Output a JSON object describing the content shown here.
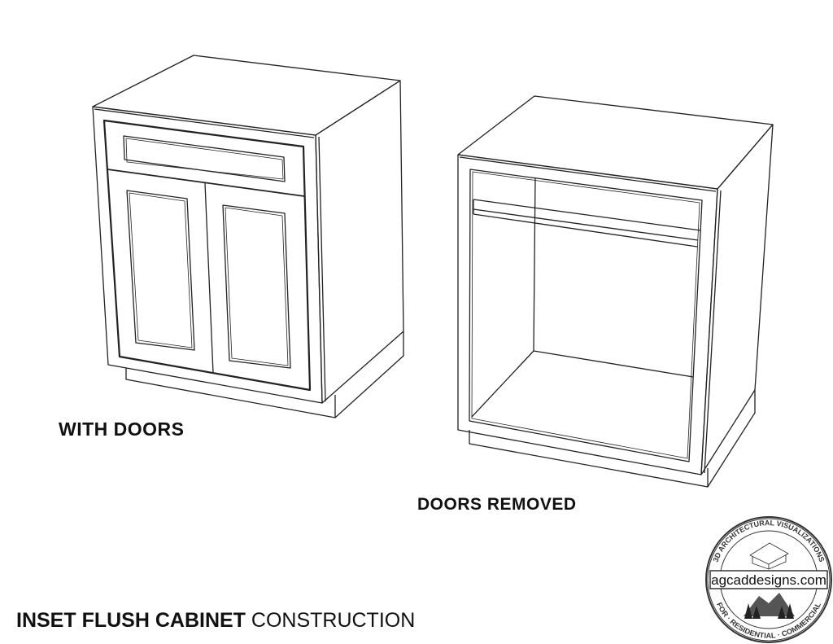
{
  "labels": {
    "with_doors": "WITH DOORS",
    "doors_removed": "DOORS REMOVED"
  },
  "title": {
    "bold": "INSET FLUSH CABINET",
    "regular": " CONSTRUCTION"
  },
  "logo": {
    "top_arc": "3D ARCHITECTURAL VISUALIZATIONS",
    "name": "agcaddesigns.com",
    "bottom_arc": "FOR · RESIDENTIAL · COMMERCIAL"
  }
}
